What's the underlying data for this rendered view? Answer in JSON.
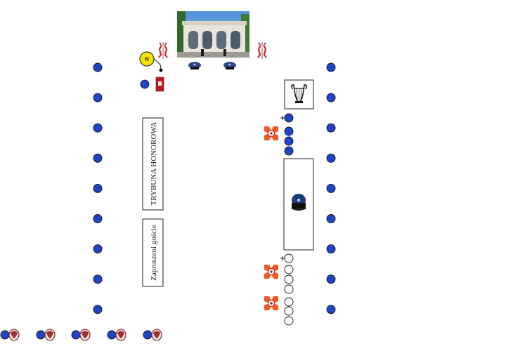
{
  "diagram": {
    "compass": {
      "letter": "N"
    },
    "stands": [
      {
        "label": "TRYBUNA HONOROWA"
      },
      {
        "label": "Zaproszeni goście"
      }
    ],
    "colors": {
      "marker_blue": "#1f44c8",
      "marker_outline": "#111111",
      "compass_fill": "#f5e400",
      "flag_red": "#d8202a",
      "banner_orange": "#f05a28",
      "sentry_red": "#c8141e"
    },
    "icons": [
      "compass-icon",
      "flag-icon",
      "officer-cap-icon",
      "lyre-icon",
      "regimental-banner-icon",
      "sentry-box-icon",
      "eagle-emblem-icon",
      "monument-photo"
    ]
  }
}
